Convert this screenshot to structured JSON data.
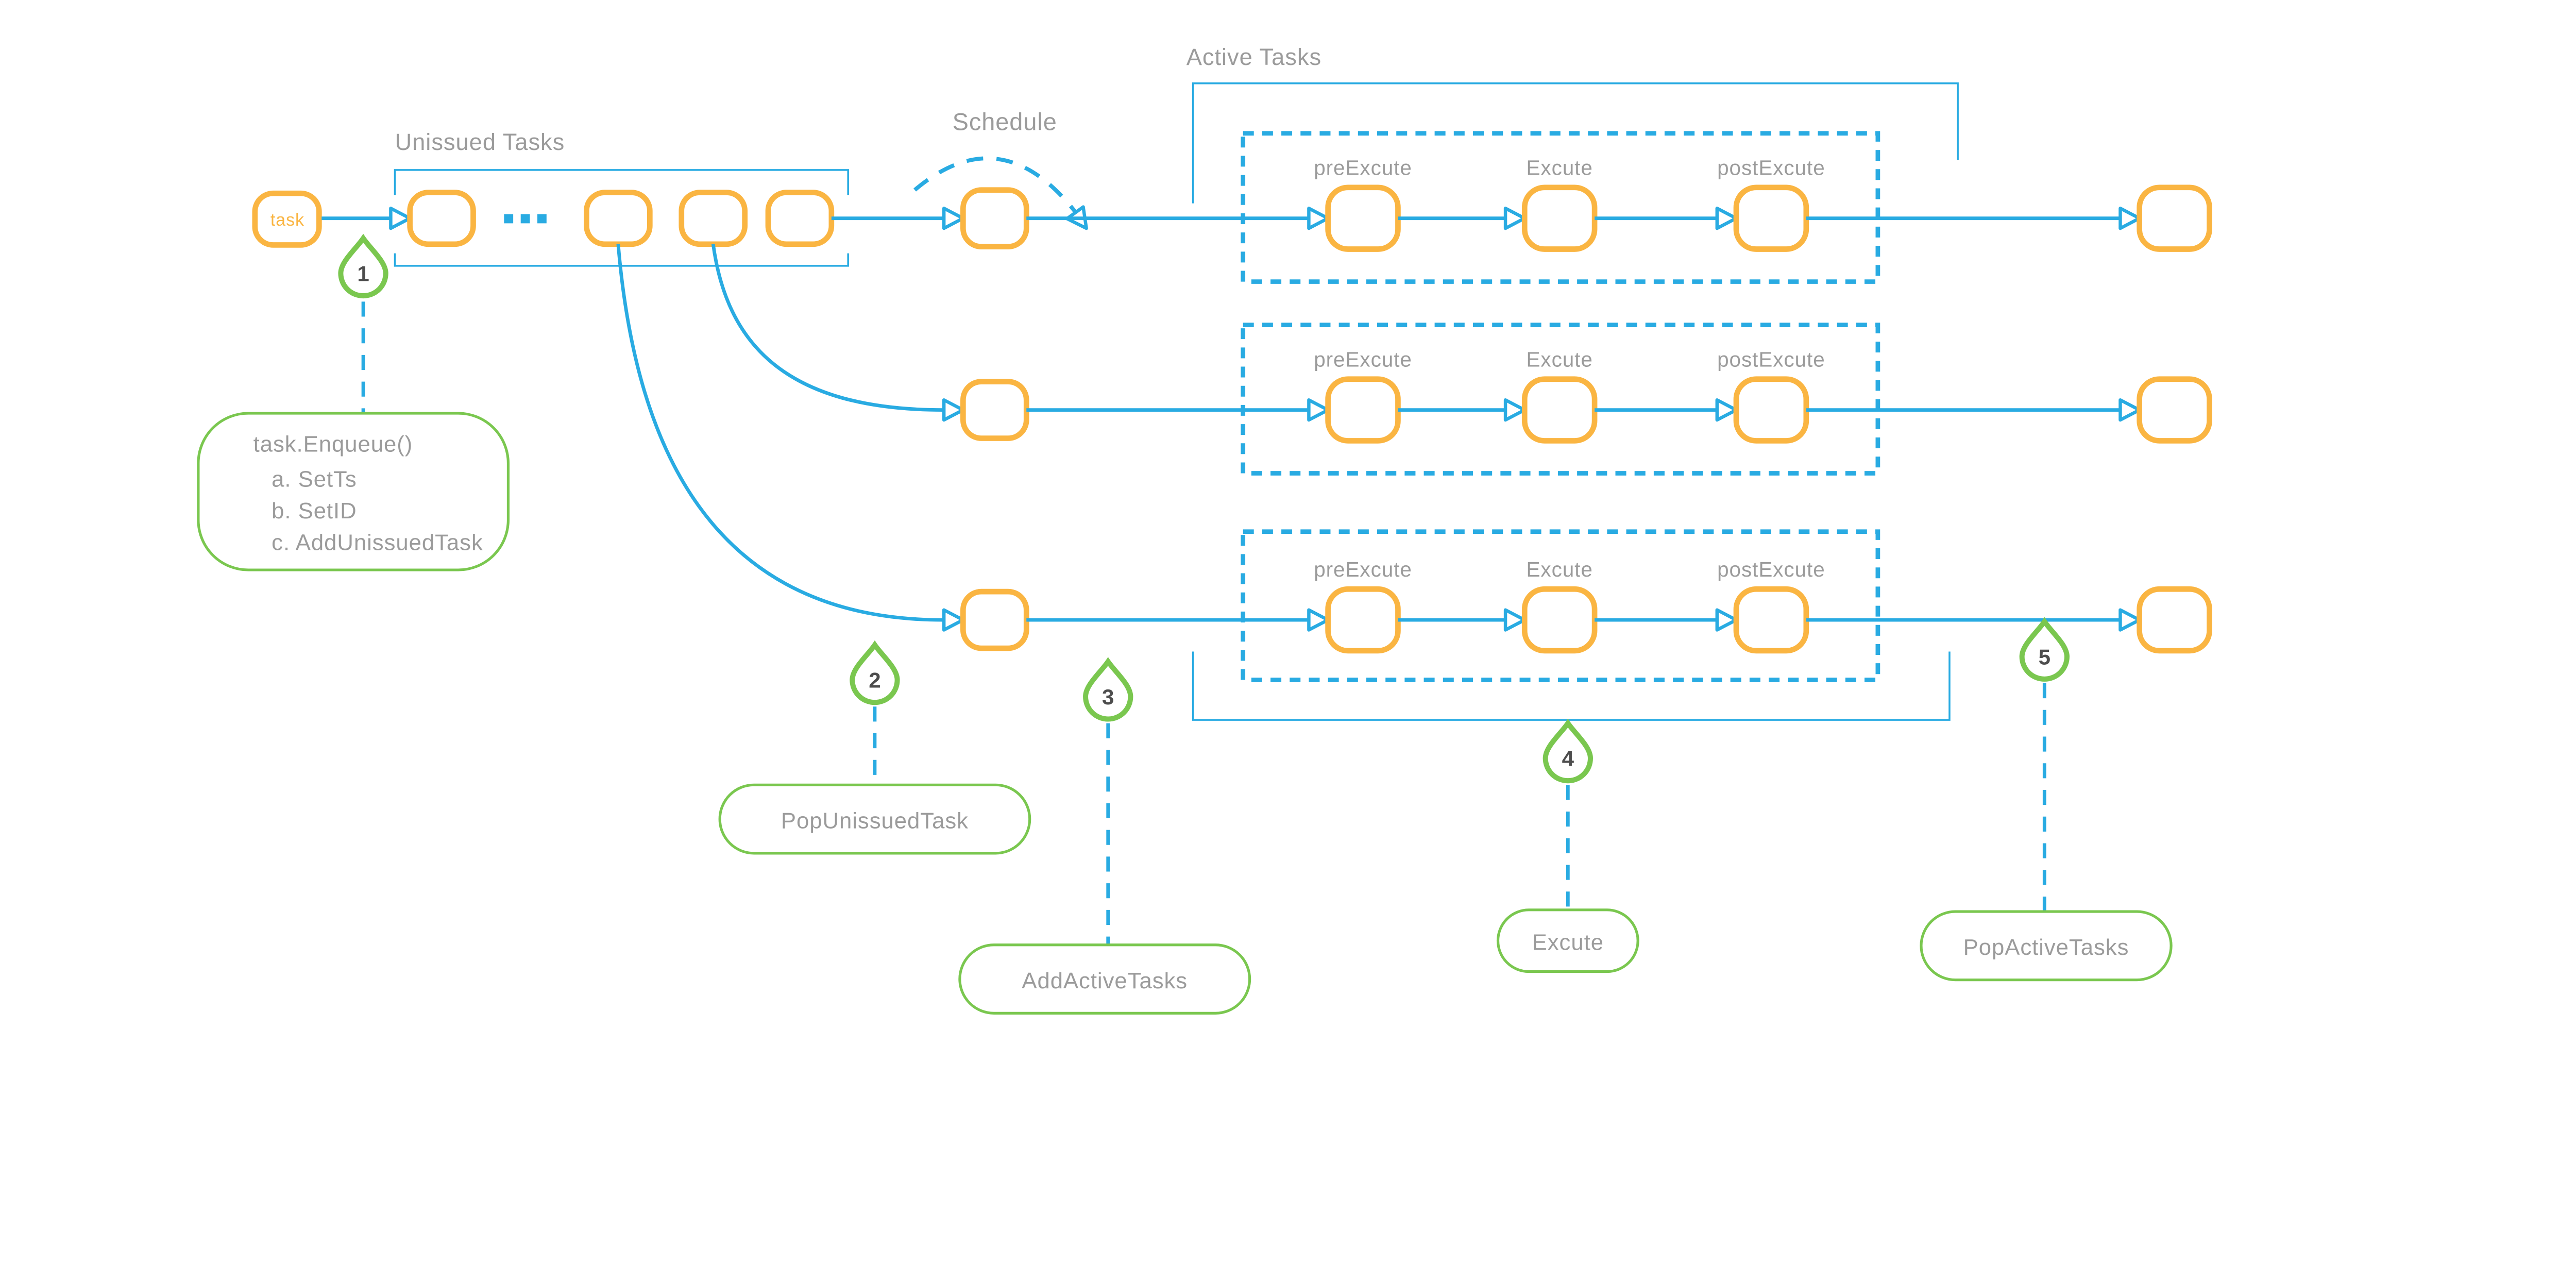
{
  "diagram": {
    "title_labels": {
      "unissued_tasks": "Unissued Tasks",
      "schedule": "Schedule",
      "active_tasks": "Active Tasks"
    },
    "task_node_label": "task",
    "queue_ellipsis": "...",
    "rows": [
      {
        "stages": [
          "preExcute",
          "Excute",
          "postExcute"
        ]
      },
      {
        "stages": [
          "preExcute",
          "Excute",
          "postExcute"
        ]
      },
      {
        "stages": [
          "preExcute",
          "Excute",
          "postExcute"
        ]
      }
    ],
    "markers": [
      {
        "number": "1",
        "note_lines": [
          "task.Enqueue()",
          "a. SetTs",
          "b. SetID",
          "c. AddUnissuedTask"
        ]
      },
      {
        "number": "2",
        "note": "PopUnissuedTask"
      },
      {
        "number": "3",
        "note": "AddActiveTasks"
      },
      {
        "number": "4",
        "note": "Excute"
      },
      {
        "number": "5",
        "note": "PopActiveTasks"
      }
    ],
    "colors": {
      "node_orange": "#FAB542",
      "flow_blue": "#29ABE2",
      "annotation_green": "#7AC74F",
      "label_gray": "#9B9B9B",
      "number_dark": "#4D4D4D"
    }
  }
}
